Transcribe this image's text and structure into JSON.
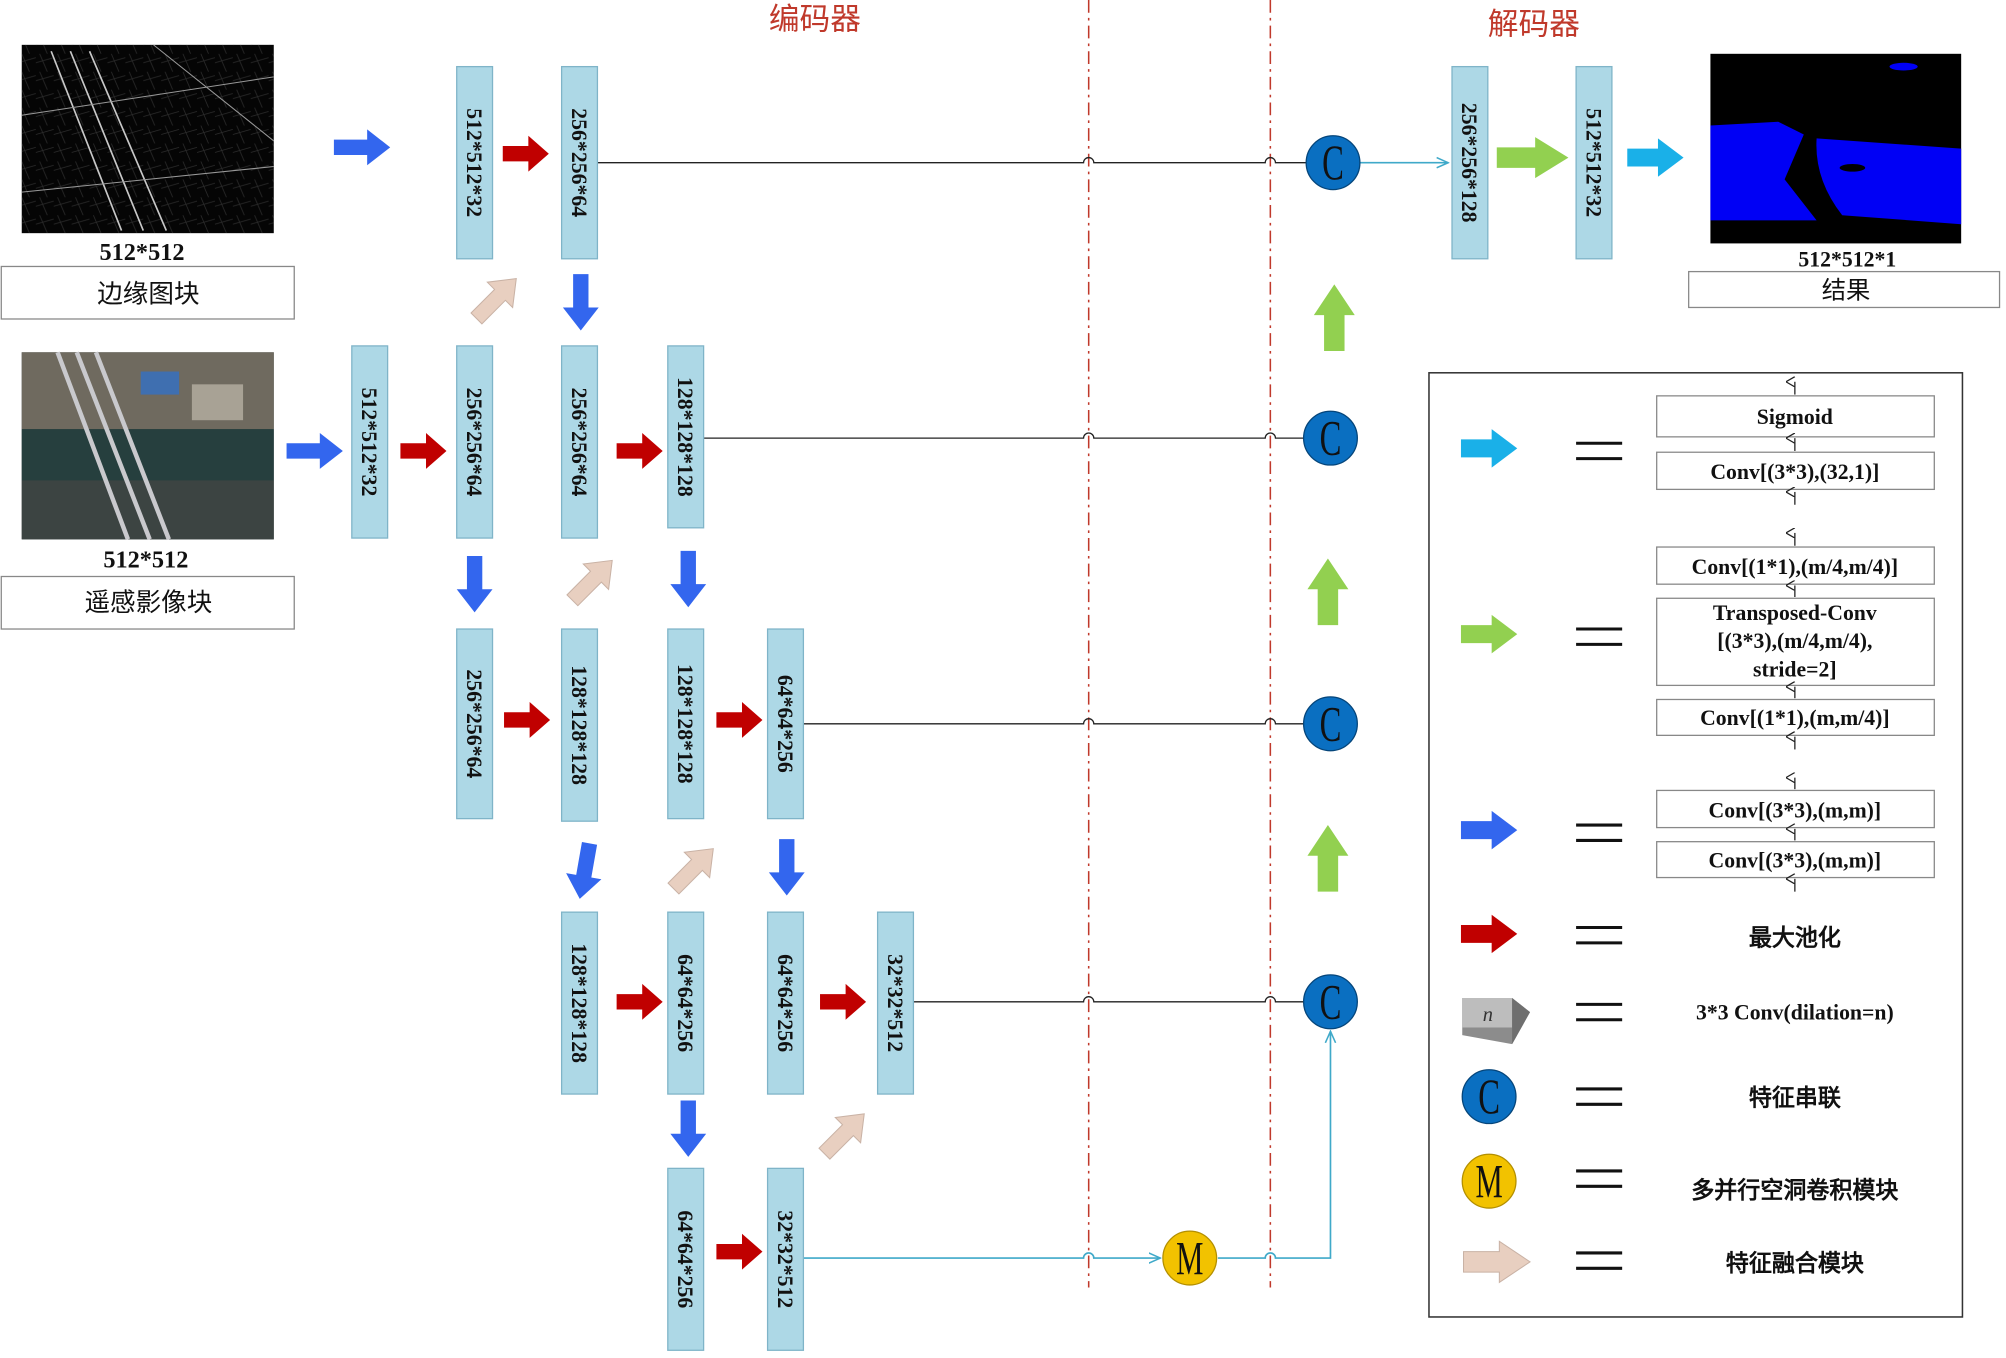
{
  "headers": {
    "encoder": "编码器",
    "decoder": "解码器"
  },
  "inputs": {
    "edge": {
      "size": "512*512",
      "label": "边缘图块"
    },
    "rs": {
      "size": "512*512",
      "label": "遥感影像块"
    }
  },
  "output": {
    "size": "512*512*1",
    "label": "结果"
  },
  "features": {
    "e0a": "512*512*32",
    "e0b": "256*256*64",
    "r1a": "512*512*32",
    "r1b": "256*256*64",
    "r1c": "256*256*64",
    "r1d": "128*128*128",
    "r2a": "256*256*64",
    "r2b": "128*128*128",
    "r2c": "128*128*128",
    "r2d": "64*64*256",
    "r3a": "128*128*128",
    "r3b": "64*64*256",
    "r3c": "64*64*256",
    "r3d": "32*32*512",
    "r4a": "64*64*256",
    "r4b": "32*32*512",
    "d1": "256*256*128",
    "d2": "512*512*32"
  },
  "nodes": {
    "concat": "C",
    "module": "M"
  },
  "legend": {
    "cyan": [
      "Sigmoid",
      "Conv[(3*3),(32,1)]"
    ],
    "green": [
      "Conv[(1*1),(m/4,m/4)]",
      "Transposed-Conv",
      "[(3*3),(m/4,m/4),",
      "stride=2]",
      "Conv[(1*1),(m,m/4)]"
    ],
    "blue": [
      "Conv[(3*3),(m,m)]",
      "Conv[(3*3),(m,m)]"
    ],
    "red": "最大池化",
    "dilated": "3*3 Conv(dilation=n)",
    "dilated_symbol": "n",
    "concat": "特征串联",
    "module": "多并行空洞卷积模块",
    "fusion": "特征融合模块",
    "equals": "="
  },
  "colors": {
    "block_fill": "#add8e6",
    "block_stroke": "#7fb4c8",
    "blue_arrow": "#3366ee",
    "red_arrow": "#c00000",
    "green_arrow": "#92d050",
    "cyan_arrow": "#1ab0e8",
    "beige_arrow": "#e8cfc0",
    "concat_fill": "#0a6fc1",
    "module_fill": "#f2c200",
    "divider": "#c0392b"
  }
}
